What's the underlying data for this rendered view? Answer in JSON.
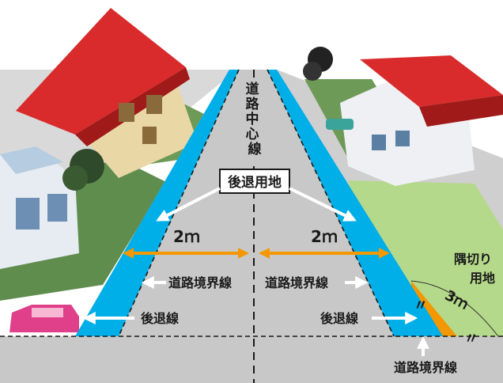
{
  "labels": {
    "road_center_line": "道路中心線",
    "setback_land": "後退用地",
    "dist_left": "2ｍ",
    "dist_right": "2ｍ",
    "boundary_left": "道路境界線",
    "boundary_right": "道路境界線",
    "boundary_bottom": "道路境界線",
    "setback_line_left": "後退線",
    "setback_line_right": "後退線",
    "corner_cut_land_1": "隅切り",
    "corner_cut_land_2": "用地",
    "corner_cut_length": "3ｍ",
    "ditto_1": "〃",
    "ditto_2": "〃"
  },
  "colors": {
    "setback_strip": "#00aee8",
    "arrow_orange": "#f39800",
    "road": "#c8c8c8",
    "lawn_light": "#b5d98a",
    "corner_triangle": "#f39800"
  }
}
